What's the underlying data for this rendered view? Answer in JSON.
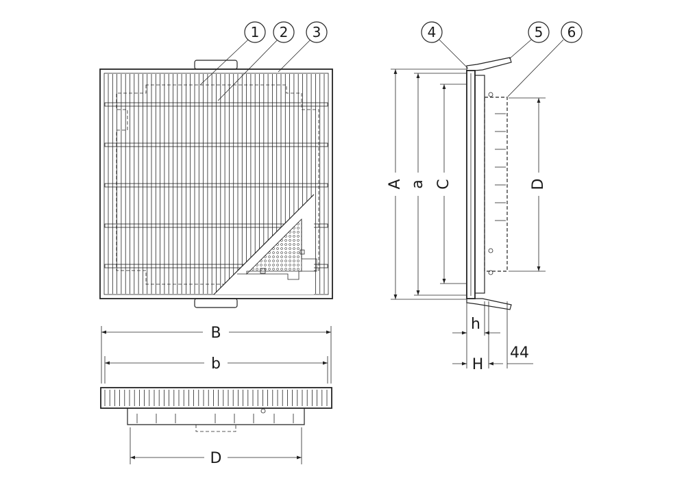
{
  "callouts": [
    "1",
    "2",
    "3",
    "4",
    "5",
    "6"
  ],
  "dimensions": {
    "A": "A",
    "a": "a",
    "C": "C",
    "D_side": "D",
    "h": "h",
    "H": "H",
    "offset": "44",
    "B": "B",
    "b": "b",
    "D_bottom": "D"
  }
}
